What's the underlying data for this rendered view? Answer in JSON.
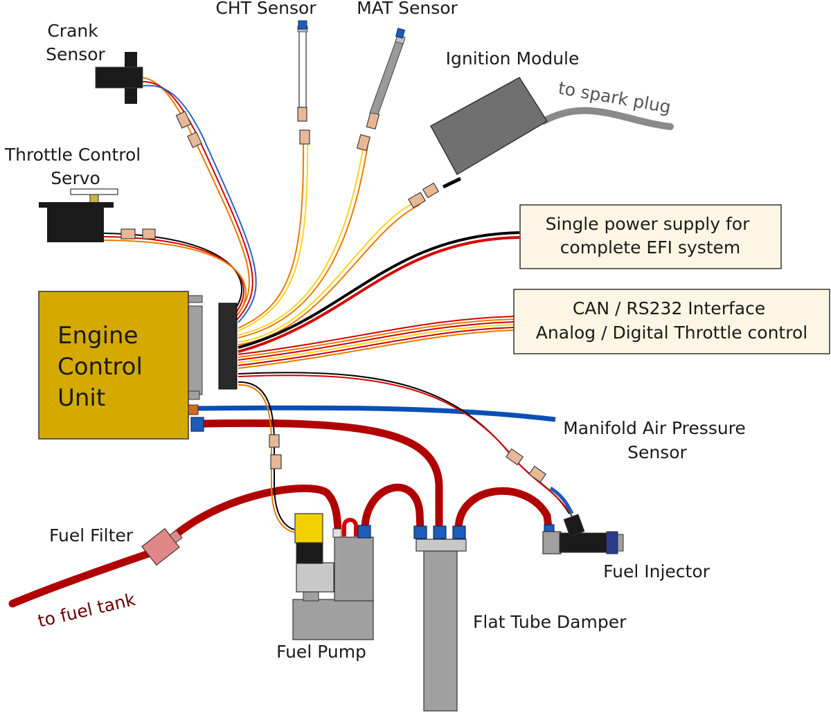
{
  "labels": {
    "crank_sensor": [
      "Crank",
      "Sensor"
    ],
    "cht_sensor": "CHT Sensor",
    "mat_sensor": "MAT Sensor",
    "ignition_module": "Ignition Module",
    "to_spark_plug": "to spark plug",
    "throttle_servo": [
      "Throttle Control",
      "Servo"
    ],
    "ecu": [
      "Engine",
      "Control",
      "Unit"
    ],
    "power_supply": [
      "Single power supply for",
      "complete EFI system"
    ],
    "interface": [
      "CAN / RS232 Interface",
      "Analog / Digital Throttle control"
    ],
    "map_sensor": [
      "Manifold Air Pressure",
      "Sensor"
    ],
    "fuel_filter": "Fuel Filter",
    "to_fuel_tank": "to fuel tank",
    "fuel_pump": "Fuel Pump",
    "flat_tube_damper": "Flat Tube Damper",
    "fuel_injector": "Fuel Injector"
  },
  "colors": {
    "ecu_body": "#d4aa00",
    "fuel_line": "#b00000",
    "map_tube": "#0a4fb5",
    "wire_red": "#d40000",
    "wire_black": "#000000",
    "wire_yellow": "#ffd21a",
    "wire_orange": "#e87a00",
    "connector": "#e8b896",
    "callout_box": "#fdf6e4"
  }
}
